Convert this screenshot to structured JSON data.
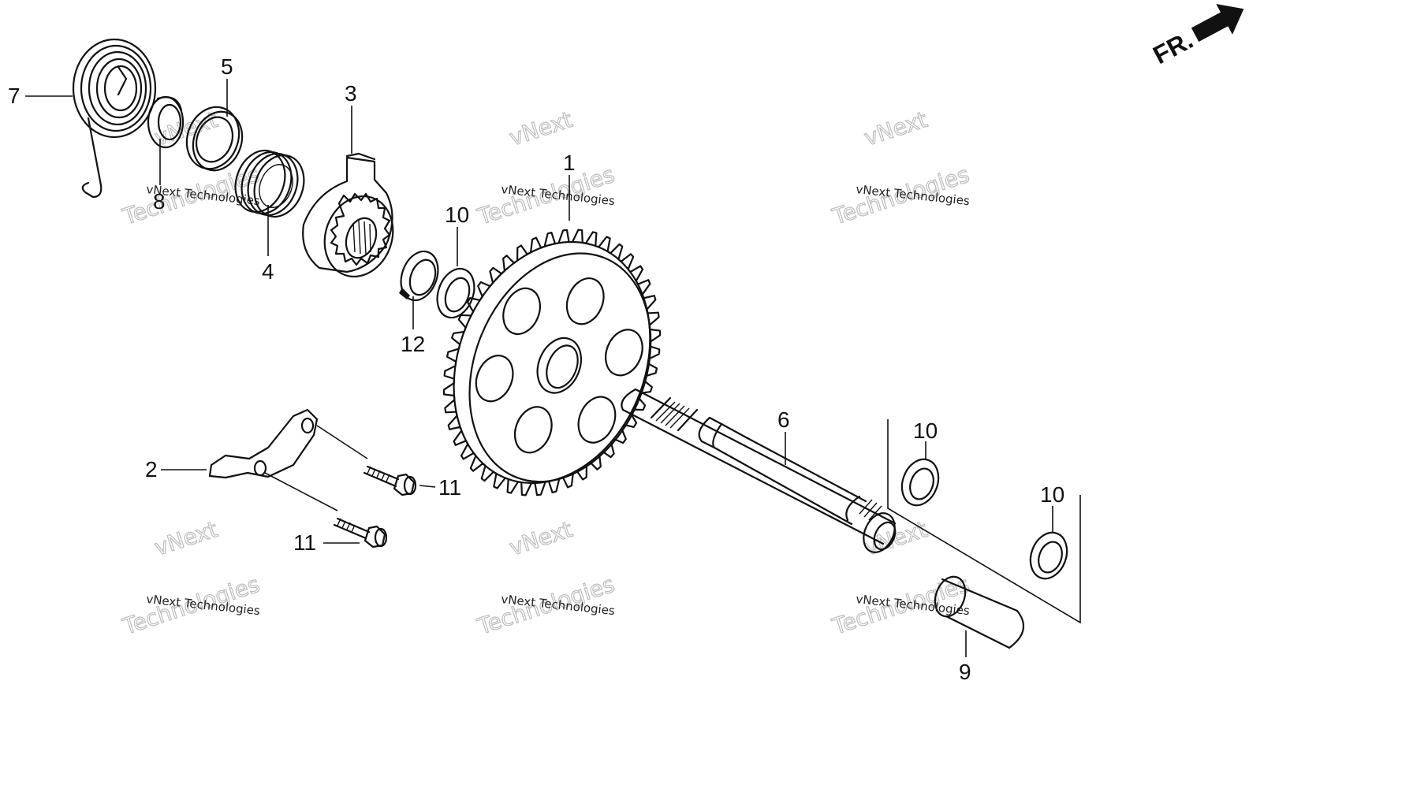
{
  "callouts": {
    "c1": "1",
    "c2": "2",
    "c3": "3",
    "c4": "4",
    "c5": "5",
    "c6": "6",
    "c7": "7",
    "c8": "8",
    "c9": "9",
    "c10a": "10",
    "c10b": "10",
    "c10c": "10",
    "c11a": "11",
    "c11b": "11",
    "c12": "12"
  },
  "direction_label": "FR.",
  "watermarks": [
    {
      "line1": "vNext Technologies",
      "line2": "vNext",
      "line3": "Technologies"
    },
    {
      "line1": "vNext Technologies",
      "line2": "vNext",
      "line3": "Technologies"
    },
    {
      "line1": "vNext Technologies",
      "line2": "vNext",
      "line3": "Technologies"
    },
    {
      "line1": "vNext Technologies",
      "line2": "vNext",
      "line3": "Technologies"
    },
    {
      "line1": "vNext Technologies",
      "line2": "vNext",
      "line3": "Technologies"
    },
    {
      "line1": "vNext Technologies",
      "line2": "vNext",
      "line3": "Technologies"
    }
  ],
  "icons": {
    "direction_arrow": "arrow-right-icon"
  }
}
